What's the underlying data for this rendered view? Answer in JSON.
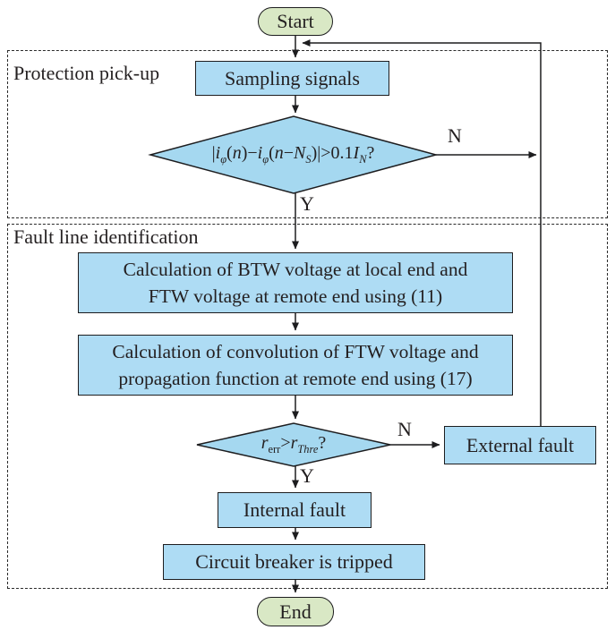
{
  "flowchart": {
    "terminals": {
      "start": "Start",
      "end": "End"
    },
    "groups": [
      {
        "label": "Protection pick-up"
      },
      {
        "label": "Fault line identification"
      }
    ],
    "nodes": {
      "sampling": "Sampling signals",
      "calc_btw_line1": "Calculation of BTW voltage at local end and",
      "calc_btw_line2": "FTW voltage at remote end using (11)",
      "calc_conv_line1": "Calculation of convolution of FTW voltage and",
      "calc_conv_line2": "propagation function at remote end using (17)",
      "external_fault": "External fault",
      "internal_fault": "Internal fault",
      "circuit_breaker": "Circuit breaker is tripped"
    },
    "decisions": {
      "pickup": {
        "condition_plain": "|iφ(n)−iφ(n−NS)|>0.1IN?",
        "segments": [
          "|",
          "i",
          "φ",
          "(",
          "n",
          ")−",
          "i",
          "φ",
          "(",
          "n",
          "−",
          "N",
          "S",
          ")|>0.1",
          "I",
          "N",
          "?"
        ],
        "yes_label": "Y",
        "no_label": "N"
      },
      "threshold": {
        "condition_plain": "rerr>rThre?",
        "segments": [
          "r",
          "err",
          ">",
          "r",
          "Thre",
          "?"
        ],
        "yes_label": "Y",
        "no_label": "N"
      }
    },
    "colors": {
      "process_fill": "#aedcf4",
      "decision_fill": "#a5d8f0",
      "terminal_fill": "#d9e8c5",
      "line_color": "#1d1d1f"
    }
  }
}
